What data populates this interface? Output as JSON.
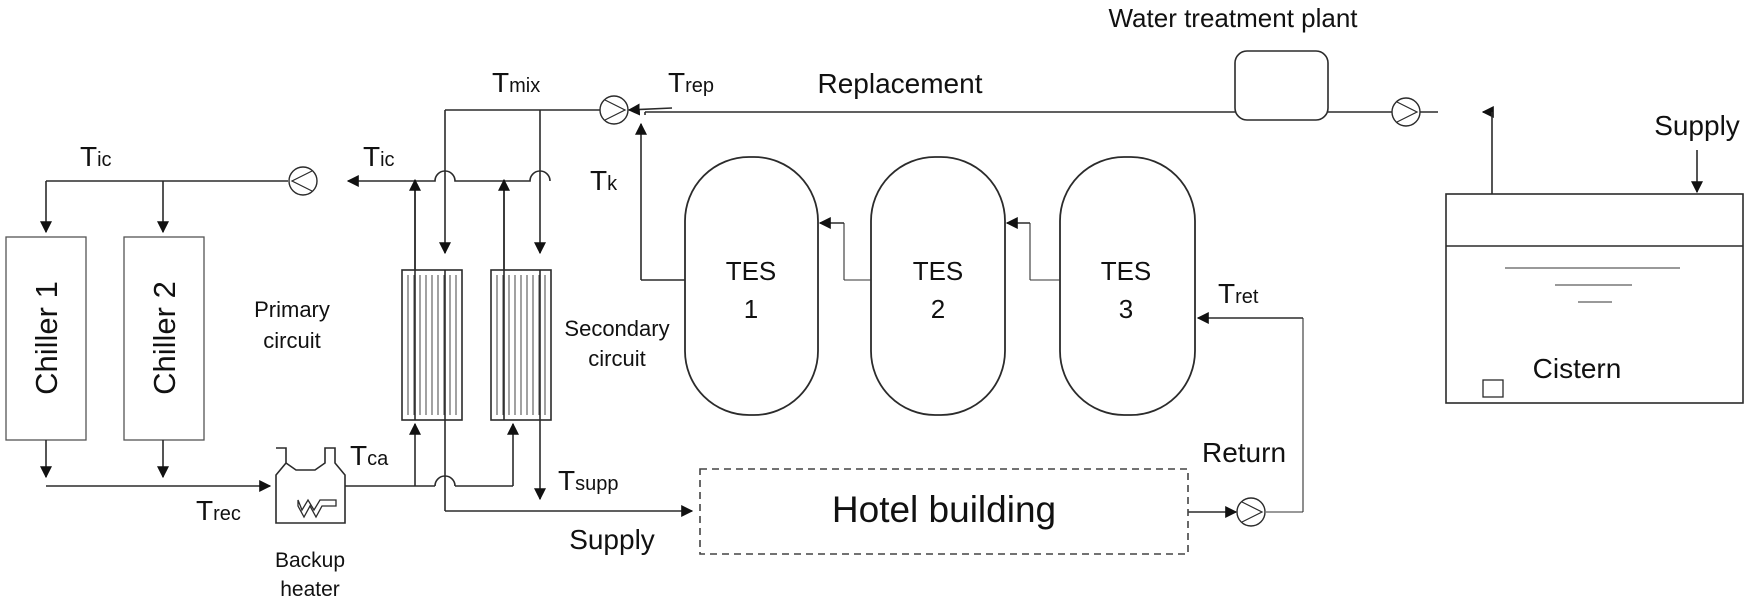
{
  "title": "Water treatment plant",
  "labels": {
    "replacement": "Replacement",
    "supply_top": "Supply",
    "cistern": "Cistern",
    "primary_circuit_1": "Primary",
    "primary_circuit_2": "circuit",
    "secondary_circuit_1": "Secondary",
    "secondary_circuit_2": "circuit",
    "backup_heater_1": "Backup",
    "backup_heater_2": "heater",
    "hotel_building": "Hotel building",
    "supply_bottom": "Supply",
    "return": "Return"
  },
  "chillers": [
    {
      "label": "Chiller 1"
    },
    {
      "label": "Chiller 2"
    }
  ],
  "tanks": [
    {
      "line1": "TES",
      "line2": "1"
    },
    {
      "line1": "TES",
      "line2": "2"
    },
    {
      "line1": "TES",
      "line2": "3"
    }
  ],
  "temps": {
    "tic_left": {
      "main": "T",
      "sub": "ic"
    },
    "tic_mid": {
      "main": "T",
      "sub": "ic"
    },
    "tmix": {
      "main": "T",
      "sub": "mix"
    },
    "trep": {
      "main": "T",
      "sub": "rep"
    },
    "tk": {
      "main": "T",
      "sub": "k"
    },
    "tret": {
      "main": "T",
      "sub": "ret"
    },
    "tca": {
      "main": "T",
      "sub": "ca"
    },
    "tsupp": {
      "main": "T",
      "sub": "supp"
    },
    "trec": {
      "main": "T",
      "sub": "rec"
    }
  }
}
